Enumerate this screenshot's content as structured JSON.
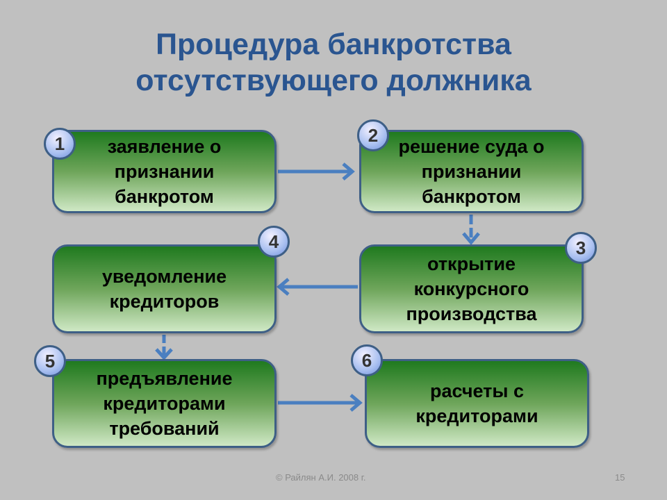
{
  "title": {
    "line1": "Процедура банкротства",
    "line2": "отсутствующего должника"
  },
  "steps": [
    {
      "number": "1",
      "text": "заявление о признании банкротом"
    },
    {
      "number": "2",
      "text": "решение суда о признании банкротом"
    },
    {
      "number": "3",
      "text": "открытие конкурсного производства"
    },
    {
      "number": "4",
      "text": "уведомление кредиторов"
    },
    {
      "number": "5",
      "text": "предъявление кредиторами требований"
    },
    {
      "number": "6",
      "text": "расчеты с кредиторами"
    }
  ],
  "footer": {
    "copyright": "© Райлян А.И. 2008 г.",
    "page": "15"
  },
  "colors": {
    "arrow": "#4a7fc0",
    "title": "#2a5590"
  }
}
